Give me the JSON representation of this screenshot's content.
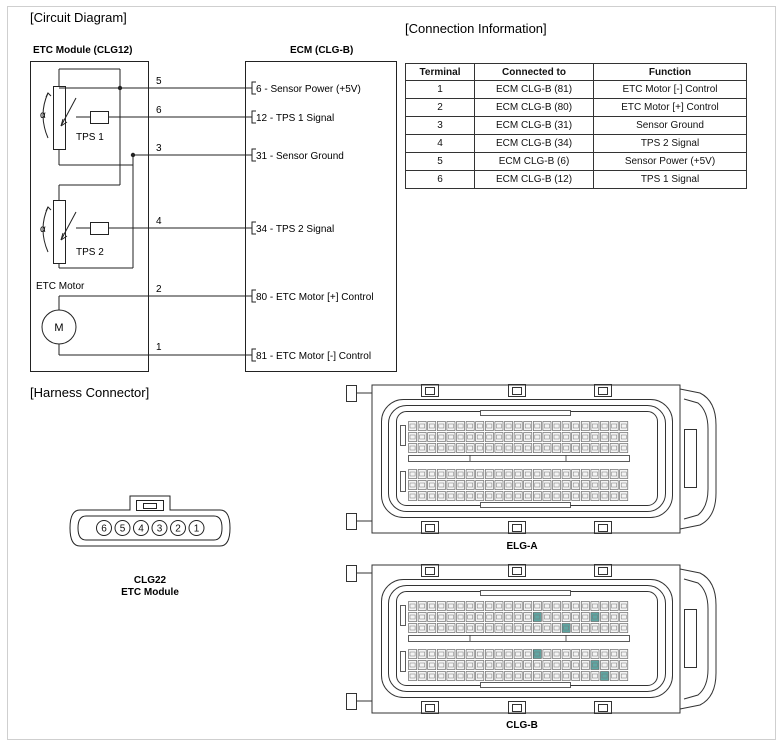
{
  "sections": {
    "circuit": "[Circuit Diagram]",
    "connection": "[Connection Information]",
    "harness": "[Harness Connector]"
  },
  "etc_module": {
    "title": "ETC Module (CLG12)",
    "alpha": "α",
    "tps1": "TPS 1",
    "tps2": "TPS 2",
    "motor": "ETC Motor",
    "motor_symbol": "M",
    "pins": [
      "5",
      "6",
      "3",
      "4",
      "2",
      "1"
    ]
  },
  "ecm": {
    "title": "ECM (CLG-B)",
    "signals": [
      {
        "pin": "6",
        "label": "- Sensor Power (+5V)"
      },
      {
        "pin": "12",
        "label": "- TPS 1 Signal"
      },
      {
        "pin": "31",
        "label": "- Sensor Ground"
      },
      {
        "pin": "34",
        "label": "- TPS 2 Signal"
      },
      {
        "pin": "80",
        "label": "- ETC Motor [+] Control"
      },
      {
        "pin": "81",
        "label": "- ETC Motor [-] Control"
      }
    ]
  },
  "table": {
    "headers": [
      "Terminal",
      "Connected to",
      "Function"
    ],
    "rows": [
      [
        "1",
        "ECM CLG-B (81)",
        "ETC Motor [-] Control"
      ],
      [
        "2",
        "ECM CLG-B (80)",
        "ETC Motor [+] Control"
      ],
      [
        "3",
        "ECM CLG-B (31)",
        "Sensor Ground"
      ],
      [
        "4",
        "ECM CLG-B (34)",
        "TPS 2 Signal"
      ],
      [
        "5",
        "ECM CLG-B (6)",
        "Sensor Power (+5V)"
      ],
      [
        "6",
        "ECM CLG-B (12)",
        "TPS 1 Signal"
      ]
    ]
  },
  "harness": {
    "pins": [
      "6",
      "5",
      "4",
      "3",
      "2",
      "1"
    ],
    "name": "CLG22",
    "subtitle": "ETC Module",
    "connector_a": "ELG-A",
    "connector_b": "CLG-B"
  },
  "colors": {
    "line": "#222222",
    "pin_highlight": "#5fa7a3"
  }
}
